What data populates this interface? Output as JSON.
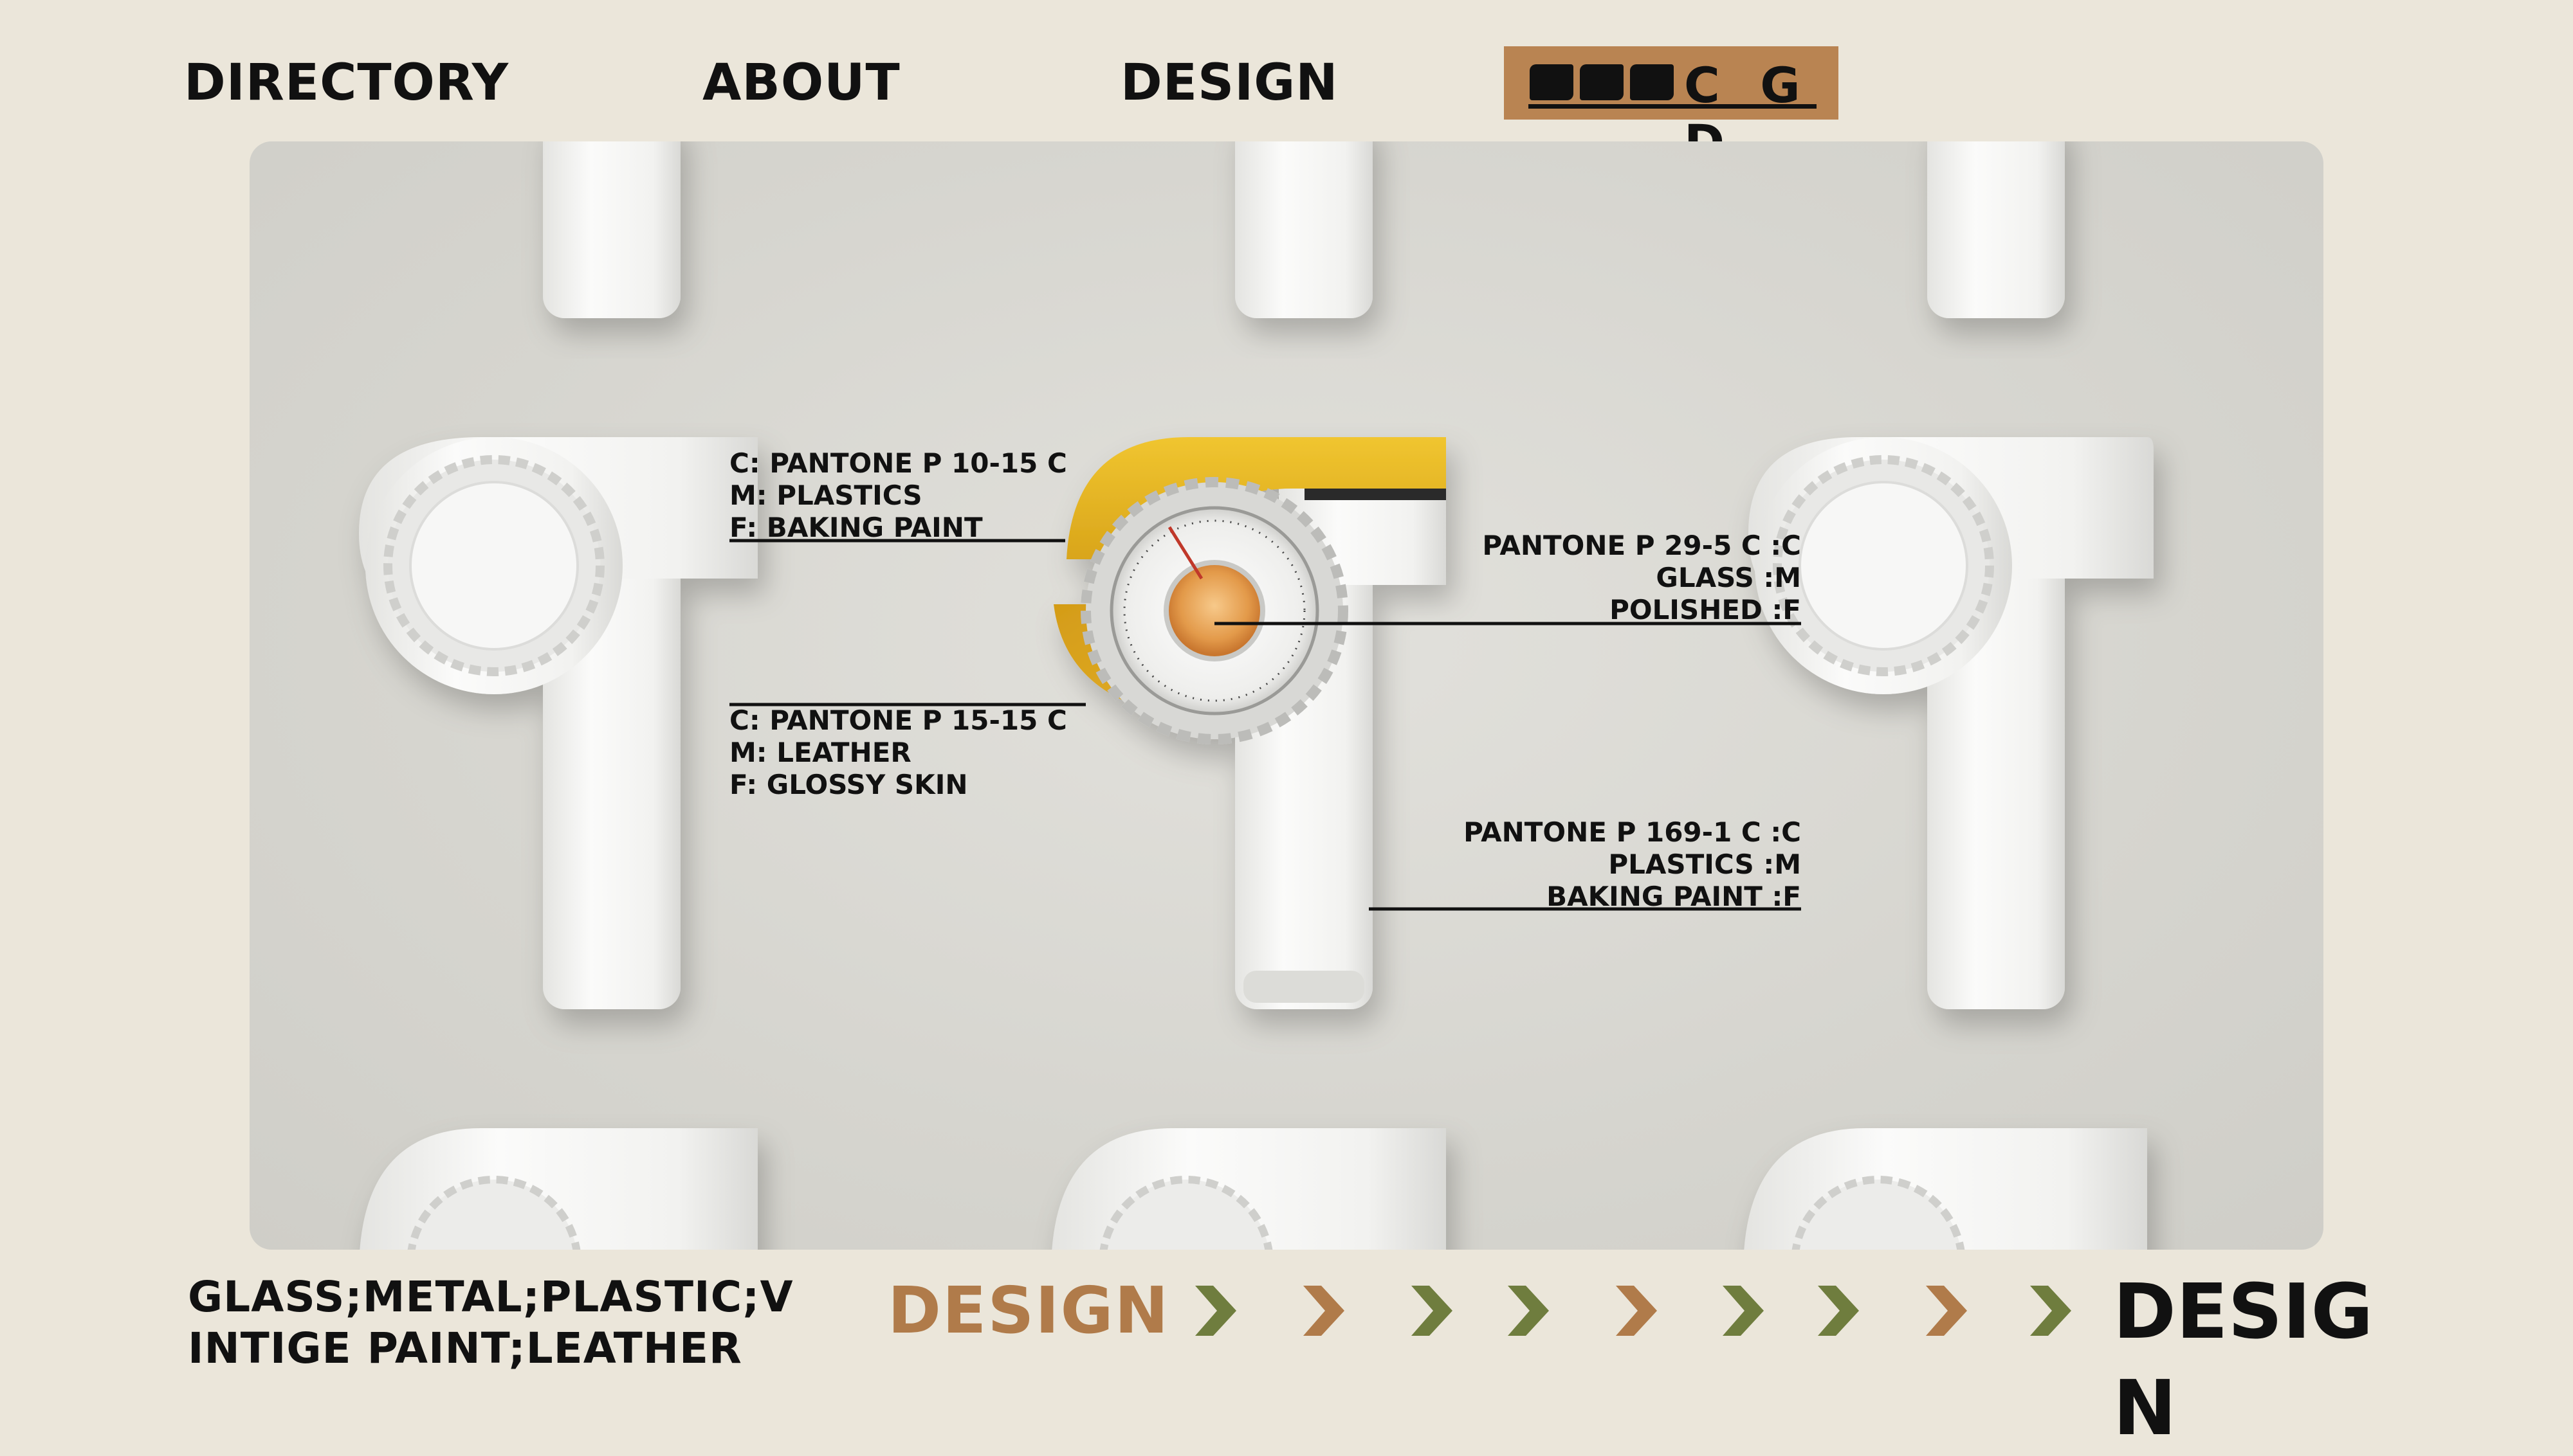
{
  "nav": {
    "directory": "DIRECTORY",
    "about": "ABOUT",
    "design": "DESIGN",
    "brand_text": "C G D"
  },
  "annotations": {
    "shell_top": {
      "c": "C: PANTONE P 10-15 C",
      "m": "M: PLASTICS",
      "f": "F: BAKING PAINT"
    },
    "shell_bottom": {
      "c": "C: PANTONE P 15-15 C",
      "m": "M: LEATHER",
      "f": "F: GLOSSY SKIN"
    },
    "dial": {
      "c": "PANTONE P 29-5 C :C",
      "m": "GLASS :M",
      "f": "POLISHED :F"
    },
    "handle": {
      "c": "PANTONE P 169-1 C :C",
      "m": "PLASTICS :M",
      "f": "BAKING PAINT :F"
    }
  },
  "footer": {
    "materials_line1": "GLASS;METAL;PLASTIC;V",
    "materials_line2": "INTIGE PAINT;LEATHER",
    "design_label": "DESIGN",
    "design_big": "DESIGN",
    "chevron_colors": [
      "#6f7d3e",
      "#b07b4a",
      "#6f7d3e",
      "#6f7d3e",
      "#b07b4a",
      "#6f7d3e",
      "#6f7d3e",
      "#b07b4a",
      "#6f7d3e"
    ]
  },
  "colors": {
    "background": "#ebe6da",
    "accent_brown": "#b98452",
    "accent_olive": "#6f7d3e",
    "product_yellow": "#e2b21e",
    "product_white": "#f5f5f3"
  }
}
